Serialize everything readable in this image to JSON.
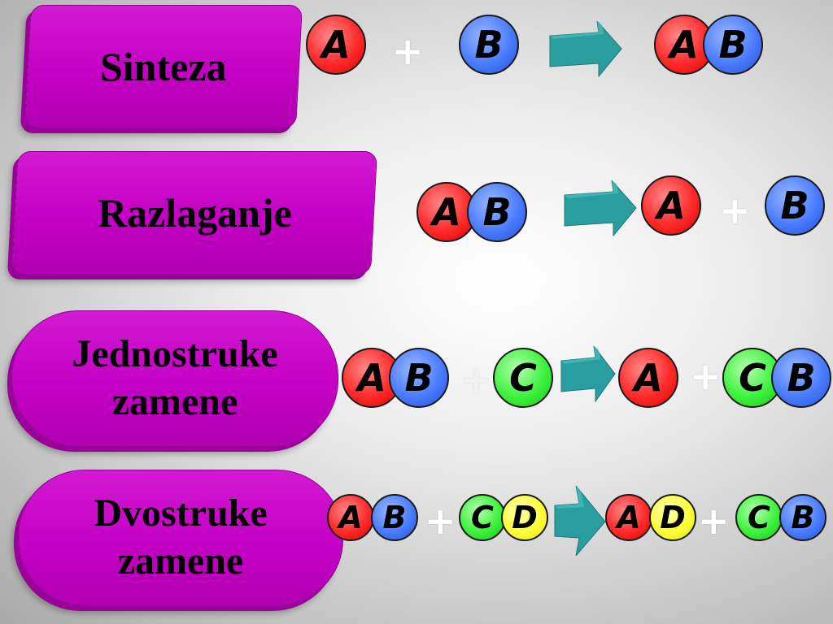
{
  "labels": {
    "sinteza": "Sinteza",
    "razlaganje": "Razlaganje",
    "jednostruke": "Jednostruke\nzamene",
    "dvostruke": "Dvostruke\nzamene"
  },
  "symbols": {
    "plus": "+",
    "A": "A",
    "B": "B",
    "C": "C",
    "D": "D"
  },
  "colors": {
    "box": "#c400c4",
    "atom_A": "#ff2a2a",
    "atom_B": "#4a7cff",
    "atom_C": "#3df23d",
    "atom_D": "#ffff3a",
    "arrow": "#2a9e9e",
    "plus": "#ffffff"
  }
}
